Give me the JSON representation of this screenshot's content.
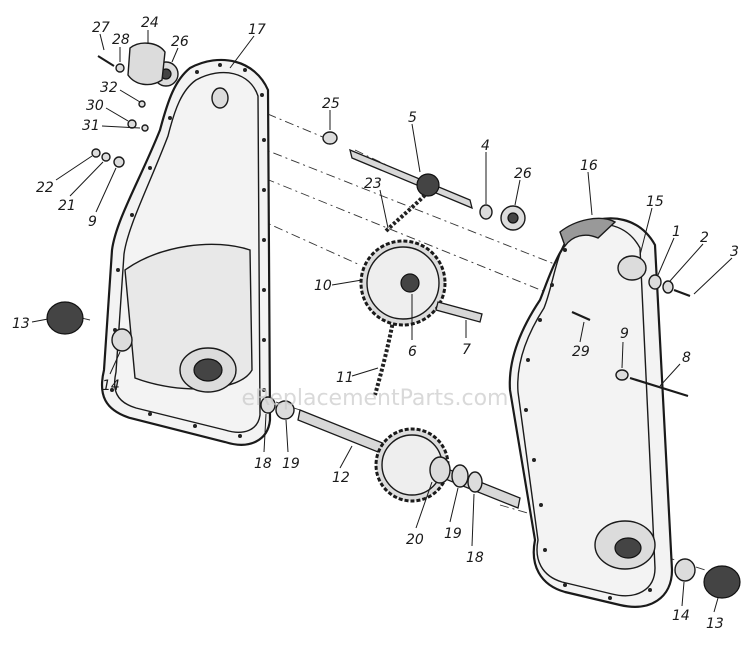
{
  "watermark": "eReplacementParts.com",
  "callouts": [
    {
      "id": "27",
      "text": "27"
    },
    {
      "id": "28",
      "text": "28"
    },
    {
      "id": "24",
      "text": "24"
    },
    {
      "id": "26a",
      "text": "26"
    },
    {
      "id": "17",
      "text": "17"
    },
    {
      "id": "32",
      "text": "32"
    },
    {
      "id": "30",
      "text": "30"
    },
    {
      "id": "31",
      "text": "31"
    },
    {
      "id": "22",
      "text": "22"
    },
    {
      "id": "21",
      "text": "21"
    },
    {
      "id": "9a",
      "text": "9"
    },
    {
      "id": "25",
      "text": "25"
    },
    {
      "id": "5",
      "text": "5"
    },
    {
      "id": "4",
      "text": "4"
    },
    {
      "id": "26b",
      "text": "26"
    },
    {
      "id": "16",
      "text": "16"
    },
    {
      "id": "23",
      "text": "23"
    },
    {
      "id": "15",
      "text": "15"
    },
    {
      "id": "1",
      "text": "1"
    },
    {
      "id": "2",
      "text": "2"
    },
    {
      "id": "3",
      "text": "3"
    },
    {
      "id": "10",
      "text": "10"
    },
    {
      "id": "13a",
      "text": "13"
    },
    {
      "id": "6",
      "text": "6"
    },
    {
      "id": "7",
      "text": "7"
    },
    {
      "id": "29",
      "text": "29"
    },
    {
      "id": "9b",
      "text": "9"
    },
    {
      "id": "8",
      "text": "8"
    },
    {
      "id": "14a",
      "text": "14"
    },
    {
      "id": "11",
      "text": "11"
    },
    {
      "id": "18a",
      "text": "18"
    },
    {
      "id": "19a",
      "text": "19"
    },
    {
      "id": "12",
      "text": "12"
    },
    {
      "id": "20",
      "text": "20"
    },
    {
      "id": "19b",
      "text": "19"
    },
    {
      "id": "18b",
      "text": "18"
    },
    {
      "id": "14b",
      "text": "14"
    },
    {
      "id": "13b",
      "text": "13"
    }
  ]
}
